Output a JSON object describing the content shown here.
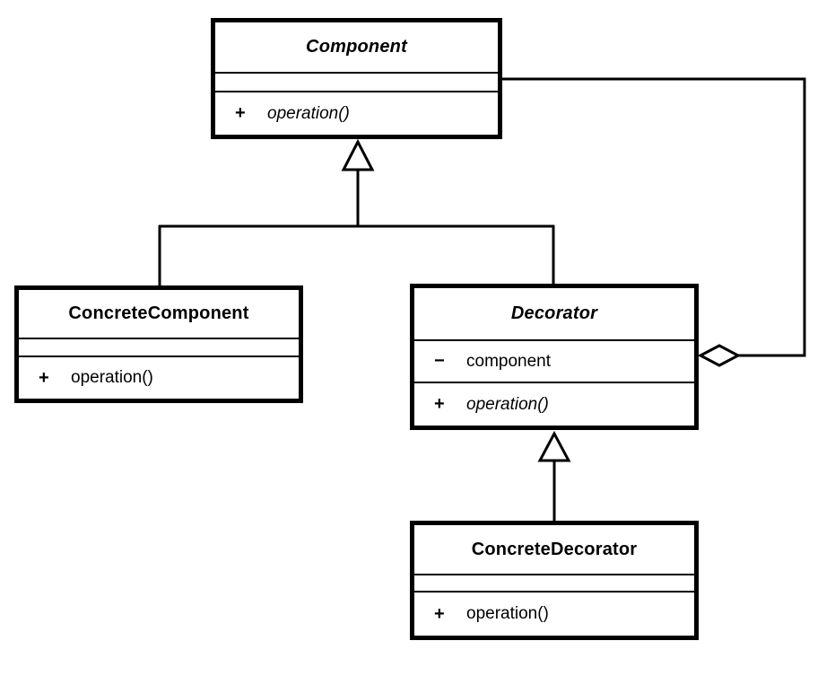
{
  "diagram_type": "uml-class-diagram",
  "pattern_name": "Decorator",
  "classes": {
    "component": {
      "name": "Component",
      "abstract": true,
      "attributes": [],
      "method": {
        "visibility": "+",
        "signature": "operation()",
        "abstract": true
      }
    },
    "concrete_component": {
      "name": "ConcreteComponent",
      "abstract": false,
      "attributes": [],
      "method": {
        "visibility": "+",
        "signature": "operation()",
        "abstract": false
      }
    },
    "decorator": {
      "name": "Decorator",
      "abstract": true,
      "attribute": {
        "visibility": "−",
        "name": "component"
      },
      "method": {
        "visibility": "+",
        "signature": "operation()",
        "abstract": true
      }
    },
    "concrete_decorator": {
      "name": "ConcreteDecorator",
      "abstract": false,
      "attributes": [],
      "method": {
        "visibility": "+",
        "signature": "operation()",
        "abstract": false
      }
    }
  },
  "relationships": [
    {
      "type": "generalization",
      "from": "ConcreteComponent",
      "to": "Component"
    },
    {
      "type": "generalization",
      "from": "Decorator",
      "to": "Component"
    },
    {
      "type": "generalization",
      "from": "ConcreteDecorator",
      "to": "Decorator"
    },
    {
      "type": "aggregation",
      "owner": "Decorator",
      "part": "Component",
      "via_attribute": "component"
    }
  ],
  "colors": {
    "line": "#000000",
    "box_fill": "#ffffff",
    "background": "#ffffff"
  }
}
